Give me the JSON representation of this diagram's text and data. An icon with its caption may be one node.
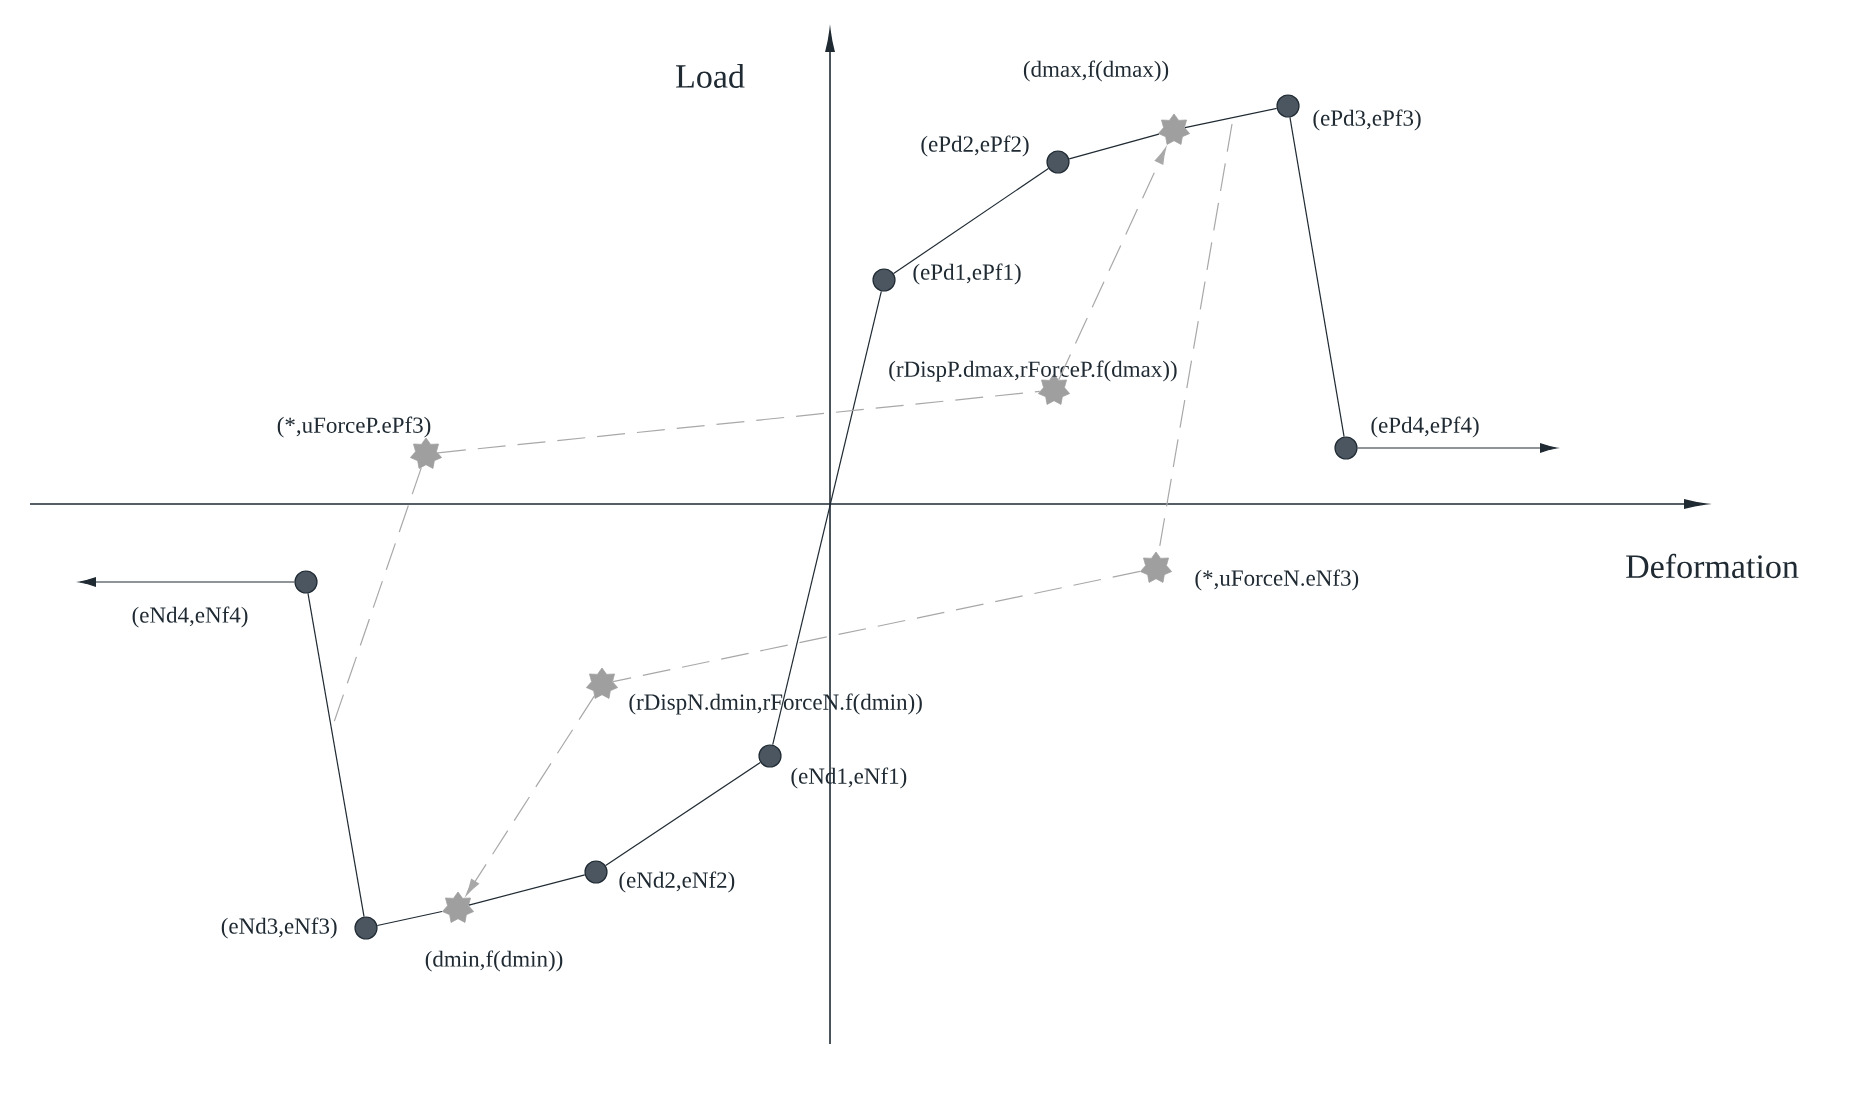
{
  "diagram": {
    "nodes": [
      {
        "text": [],
        "shape": "circle",
        "beside": [
          "(ePd3,ePf3)"
        ]
      },
      {
        "text": [],
        "shape": "star",
        "beside": [
          "(dmax,f(dmax))"
        ]
      },
      {
        "text": [],
        "shape": "circle",
        "beside": [
          "(ePd2,ePf2)"
        ]
      },
      {
        "text": [],
        "shape": "circle",
        "beside": [
          "(ePd1,ePf1)"
        ]
      },
      {
        "text": [],
        "shape": "star",
        "beside": [
          "(rDispP.dmax,rForceP.f(dmax))"
        ]
      },
      {
        "text": [],
        "shape": "circle",
        "beside": [
          "(ePd4,ePf4)"
        ]
      },
      {
        "text": [],
        "shape": "star",
        "beside": [
          "(*,uForceP.ePf3)"
        ]
      },
      {
        "text": [],
        "shape": "star",
        "beside": [
          "(*,uForceN.eNf3)"
        ]
      },
      {
        "text": [],
        "shape": "circle",
        "beside": [
          "(eNd4,eNf4)"
        ]
      },
      {
        "text": [],
        "shape": "star",
        "beside": [
          "(rDispN.dmin,rForceN.f(dmin))"
        ]
      },
      {
        "text": [],
        "shape": "circle",
        "beside": [
          "(eNd1,eNf1)"
        ]
      },
      {
        "text": [],
        "shape": "circle",
        "beside": [
          "(eNd2,eNf2)"
        ]
      },
      {
        "text": [],
        "shape": "star",
        "beside": [
          "(dmin,f(dmin))"
        ]
      },
      {
        "text": [],
        "shape": "circle",
        "beside": [
          "(eNd3,eNf3)"
        ]
      }
    ],
    "edges": [
      {
        "from": 8,
        "to": null,
        "arrow": "to"
      },
      {
        "from": 8,
        "to": 13,
        "arrow": "none"
      },
      {
        "from": 13,
        "to": 12,
        "arrow": "none"
      },
      {
        "from": 12,
        "to": 11,
        "arrow": "none"
      },
      {
        "from": 11,
        "to": 10,
        "arrow": "none"
      },
      {
        "from": 10,
        "to": 3,
        "arrow": "none"
      },
      {
        "from": 3,
        "to": 2,
        "arrow": "none"
      },
      {
        "from": 2,
        "to": 1,
        "arrow": "none"
      },
      {
        "from": 1,
        "to": 0,
        "arrow": "none"
      },
      {
        "from": 0,
        "to": 5,
        "arrow": "none"
      },
      {
        "from": 5,
        "to": null,
        "arrow": "to"
      },
      {
        "from": 6,
        "to": 4,
        "arrow": "none",
        "style": "dashed",
        "color": "#a8a8a8"
      },
      {
        "from": 4,
        "to": 1,
        "arrow": "to",
        "style": "dashed",
        "color": "#a8a8a8"
      },
      {
        "from": null,
        "to": 7,
        "arrow": "none",
        "style": "dashed",
        "color": "#a8a8a8"
      },
      {
        "from": 7,
        "to": 9,
        "arrow": "none",
        "style": "dashed",
        "color": "#a8a8a8"
      },
      {
        "from": 9,
        "to": 12,
        "arrow": "to",
        "style": "dashed",
        "color": "#a8a8a8"
      },
      {
        "from": 6,
        "to": null,
        "arrow": "none",
        "style": "dashed",
        "color": "#a8a8a8"
      }
    ],
    "labels": [
      "Load",
      "Deformation"
    ]
  }
}
